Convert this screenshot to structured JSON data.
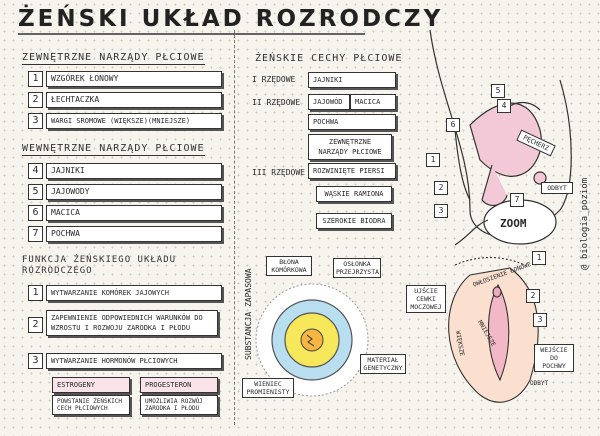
{
  "title": "ŻEŃSKI UKŁAD ROZRODCZY",
  "external": {
    "heading": "ZEWNĘTRZNE NARZĄDY PŁCIOWE",
    "items": [
      {
        "num": "1",
        "label": "WZGÓREK ŁONOWY"
      },
      {
        "num": "2",
        "label": "ŁECHTACZKA"
      },
      {
        "num": "3",
        "label": "WARGI SROMOWE (WIĘKSZE)(MNIEJSZE)"
      }
    ]
  },
  "internal": {
    "heading": "WEWNĘTRZNE NARZĄDY PŁCIOWE",
    "items": [
      {
        "num": "4",
        "label": "JAJNIKI"
      },
      {
        "num": "5",
        "label": "JAJOWODY"
      },
      {
        "num": "6",
        "label": "MACICA"
      },
      {
        "num": "7",
        "label": "POCHWA"
      }
    ]
  },
  "functions": {
    "heading": "FUNKCJA ŻEŃSKIEGO UKŁADU ROZRODCZEGO",
    "items": [
      {
        "num": "1",
        "label": "WYTWARZANIE KOMÓREK JAJOWYCH"
      },
      {
        "num": "2",
        "label": "ZAPEWNIENIE ODPOWIEDNICH WARUNKÓW DO WZROSTU I ROZWOJU ZARODKA I PŁODU"
      },
      {
        "num": "3",
        "label": "WYTWARZANIE HORMONÓW PŁCIOWYCH"
      }
    ],
    "hormones": [
      {
        "name": "ESTROGENY",
        "desc": "POWSTANIE ŻEŃSKICH CECH PŁCIOWYCH"
      },
      {
        "name": "PROGESTERON",
        "desc": "UMOŻLIWIA ROZWÓJ ZARODKA I PŁODU"
      }
    ]
  },
  "traits": {
    "heading": "ŻEŃSKIE CECHY PŁCIOWE",
    "first_label": "I RZĘDOWE",
    "first": [
      "JAJNIKI"
    ],
    "second_label": "II RZĘDOWE",
    "second": [
      "JAJOWÓD",
      "MACICA",
      "POCHWA",
      "ZEWNĘTRZNE NARZĄDY PŁCIOWE"
    ],
    "third_label": "III RZĘDOWE",
    "third": [
      "ROZWINIĘTE PIERSI",
      "WĄSKIE RAMIONA",
      "SZEROKIE BIODRA"
    ]
  },
  "egg": {
    "membrane": "BŁONA KOMÓRKOWA",
    "zona": "OSŁONKA PRZEJRZYSTA",
    "substance": "SUBSTANCJA ZAPASOWA",
    "corona": "WIENIEC PROMIENISTY",
    "genetic": "MATERIAŁ GENETYCZNY"
  },
  "anatomy": {
    "pechwa": "PĘCHERZ",
    "anus": "ODBYT",
    "zoom": "ZOOM",
    "numbers": [
      "5",
      "4",
      "6",
      "1",
      "2",
      "7",
      "3"
    ]
  },
  "vulva": {
    "pubic_hair": "OWŁOSIENIE ŁONOWE",
    "urethra": "UJŚCIE CEWKI MOCZOWEJ",
    "vagina": "WEJŚCIE DO POCHWY",
    "anus": "ODBYT",
    "labia_minora": "MNIEJSZE",
    "labia_majora": "WIĘKSZE",
    "numbers": [
      "1",
      "2",
      "3"
    ]
  },
  "credit": "@ biologia_poziom"
}
